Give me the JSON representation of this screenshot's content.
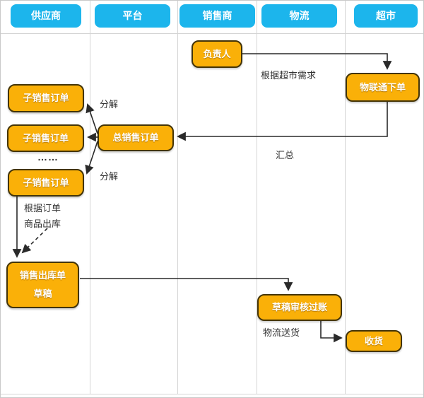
{
  "lanes": [
    {
      "label": "供应商"
    },
    {
      "label": "平台"
    },
    {
      "label": "销售商"
    },
    {
      "label": "物流"
    },
    {
      "label": "超市"
    }
  ],
  "nodes": {
    "manager": {
      "label": "负责人"
    },
    "wlt_order": {
      "label": "物联通下单"
    },
    "sub_order_1": {
      "label": "子销售订单"
    },
    "sub_order_2": {
      "label": "子销售订单"
    },
    "sub_order_3": {
      "label": "子销售订单"
    },
    "master_order": {
      "label": "总销售订单"
    },
    "outbound_draft": {
      "label": "销售出库单\n草稿"
    },
    "draft_audit_post": {
      "label": "草稿审核过账"
    },
    "receive_goods": {
      "label": "收货"
    }
  },
  "annotations": {
    "per_supermarket_demand": "根据超市需求",
    "decompose_top": "分解",
    "ellipsis": "……",
    "decompose_bottom": "分解",
    "summarize": "汇总",
    "per_order_outbound": "根据订单\n商品出库",
    "logistics_delivery": "物流送货"
  },
  "colors": {
    "lane_header": "#1cb5ec",
    "node_fill": "#fab008",
    "node_border": "#433408",
    "connector": "#2a2a2a",
    "grid_line": "#d4d4d4"
  }
}
